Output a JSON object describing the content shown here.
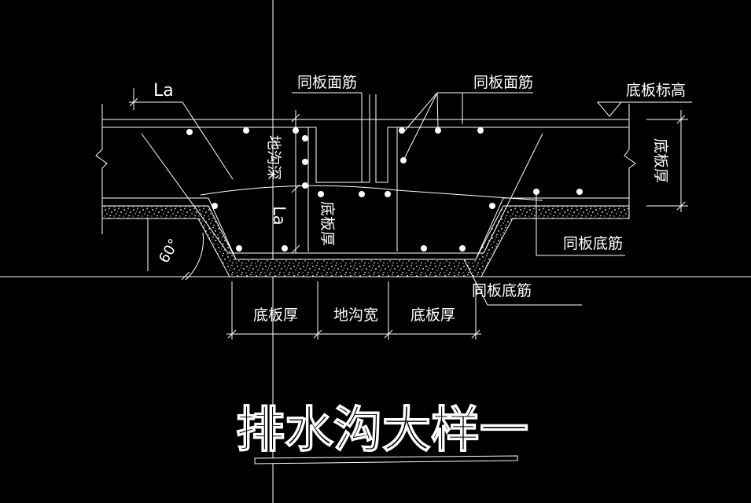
{
  "labels": {
    "top_bar_left": "同板面筋",
    "top_bar_right": "同板面筋",
    "slab_elevation": "底板标高",
    "slab_thickness_right": "底板厚",
    "anchor_top": "La",
    "trench_depth": "地沟深",
    "anchor_mid": "La",
    "trench_slab_thickness": "底板厚",
    "bottom_bar_right": "同板底筋",
    "bottom_bar_lower": "同板底筋",
    "angle": "60°",
    "dim_slab_left": "底板厚",
    "dim_trench_width": "地沟宽",
    "dim_slab_right": "底板厚"
  },
  "title": "排水沟大样一",
  "colors": {
    "background": "#000000",
    "lines": "#ffffff"
  }
}
